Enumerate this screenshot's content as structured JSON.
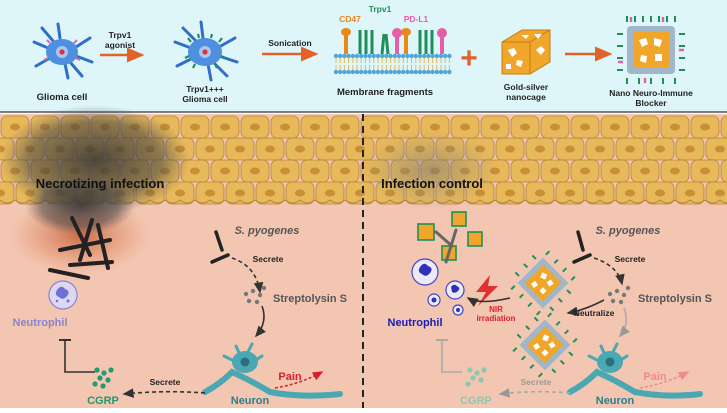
{
  "colors": {
    "top_bg": "#def6f9",
    "tissue": "#f3c6b2",
    "cell": "#e8b95a",
    "nucleus": "#c98f35",
    "neuron": "#4aa8b3",
    "cgrp": "#1f9b6f",
    "neutrophil": "#6f6fd6",
    "arrow_orange": "#e2622a",
    "pain_red": "#d8202c",
    "cd47": "#e8891c",
    "trpv1": "#1f8f5a",
    "pdl1": "#e55fa8",
    "cage": "#f0a62a"
  },
  "top": {
    "glioma_label": "Glioma cell",
    "agonist_label_1": "Trpv1",
    "agonist_label_2": "agonist",
    "glioma2_label_1": "Trpv1+++",
    "glioma2_label_2": "Glioma cell",
    "sonication_label": "Sonication",
    "cd47_label": "CD47",
    "trpv1_label": "Trpv1",
    "pdl1_label": "PD-L1",
    "membrane_label": "Membrane fragments",
    "plus_sign": "+",
    "cage_label_1": "Gold-silver",
    "cage_label_2": "nanocage",
    "blocker_label_1": "Nano Neuro-Immune",
    "blocker_label_2": "Blocker"
  },
  "left": {
    "title": "Necrotizing infection",
    "pathogen": "S. pyogenes",
    "secrete_1": "Secrete",
    "toxin": "Streptolysin S",
    "neutrophil": "Neutrophil",
    "pain": "Pain",
    "secrete_2": "Secrete",
    "cgrp": "CGRP",
    "neuron": "Neuron"
  },
  "right": {
    "title": "Infection control",
    "pathogen": "S. pyogenes",
    "secrete_1": "Secrete",
    "toxin": "Streptolysin S",
    "neutralize": "Neutralize",
    "nir_1": "NIR",
    "nir_2": "irradiation",
    "neutrophil": "Neutrophil",
    "pain": "Pain",
    "secrete_2": "Secrete",
    "cgrp": "CGRP",
    "neuron": "Neuron"
  }
}
